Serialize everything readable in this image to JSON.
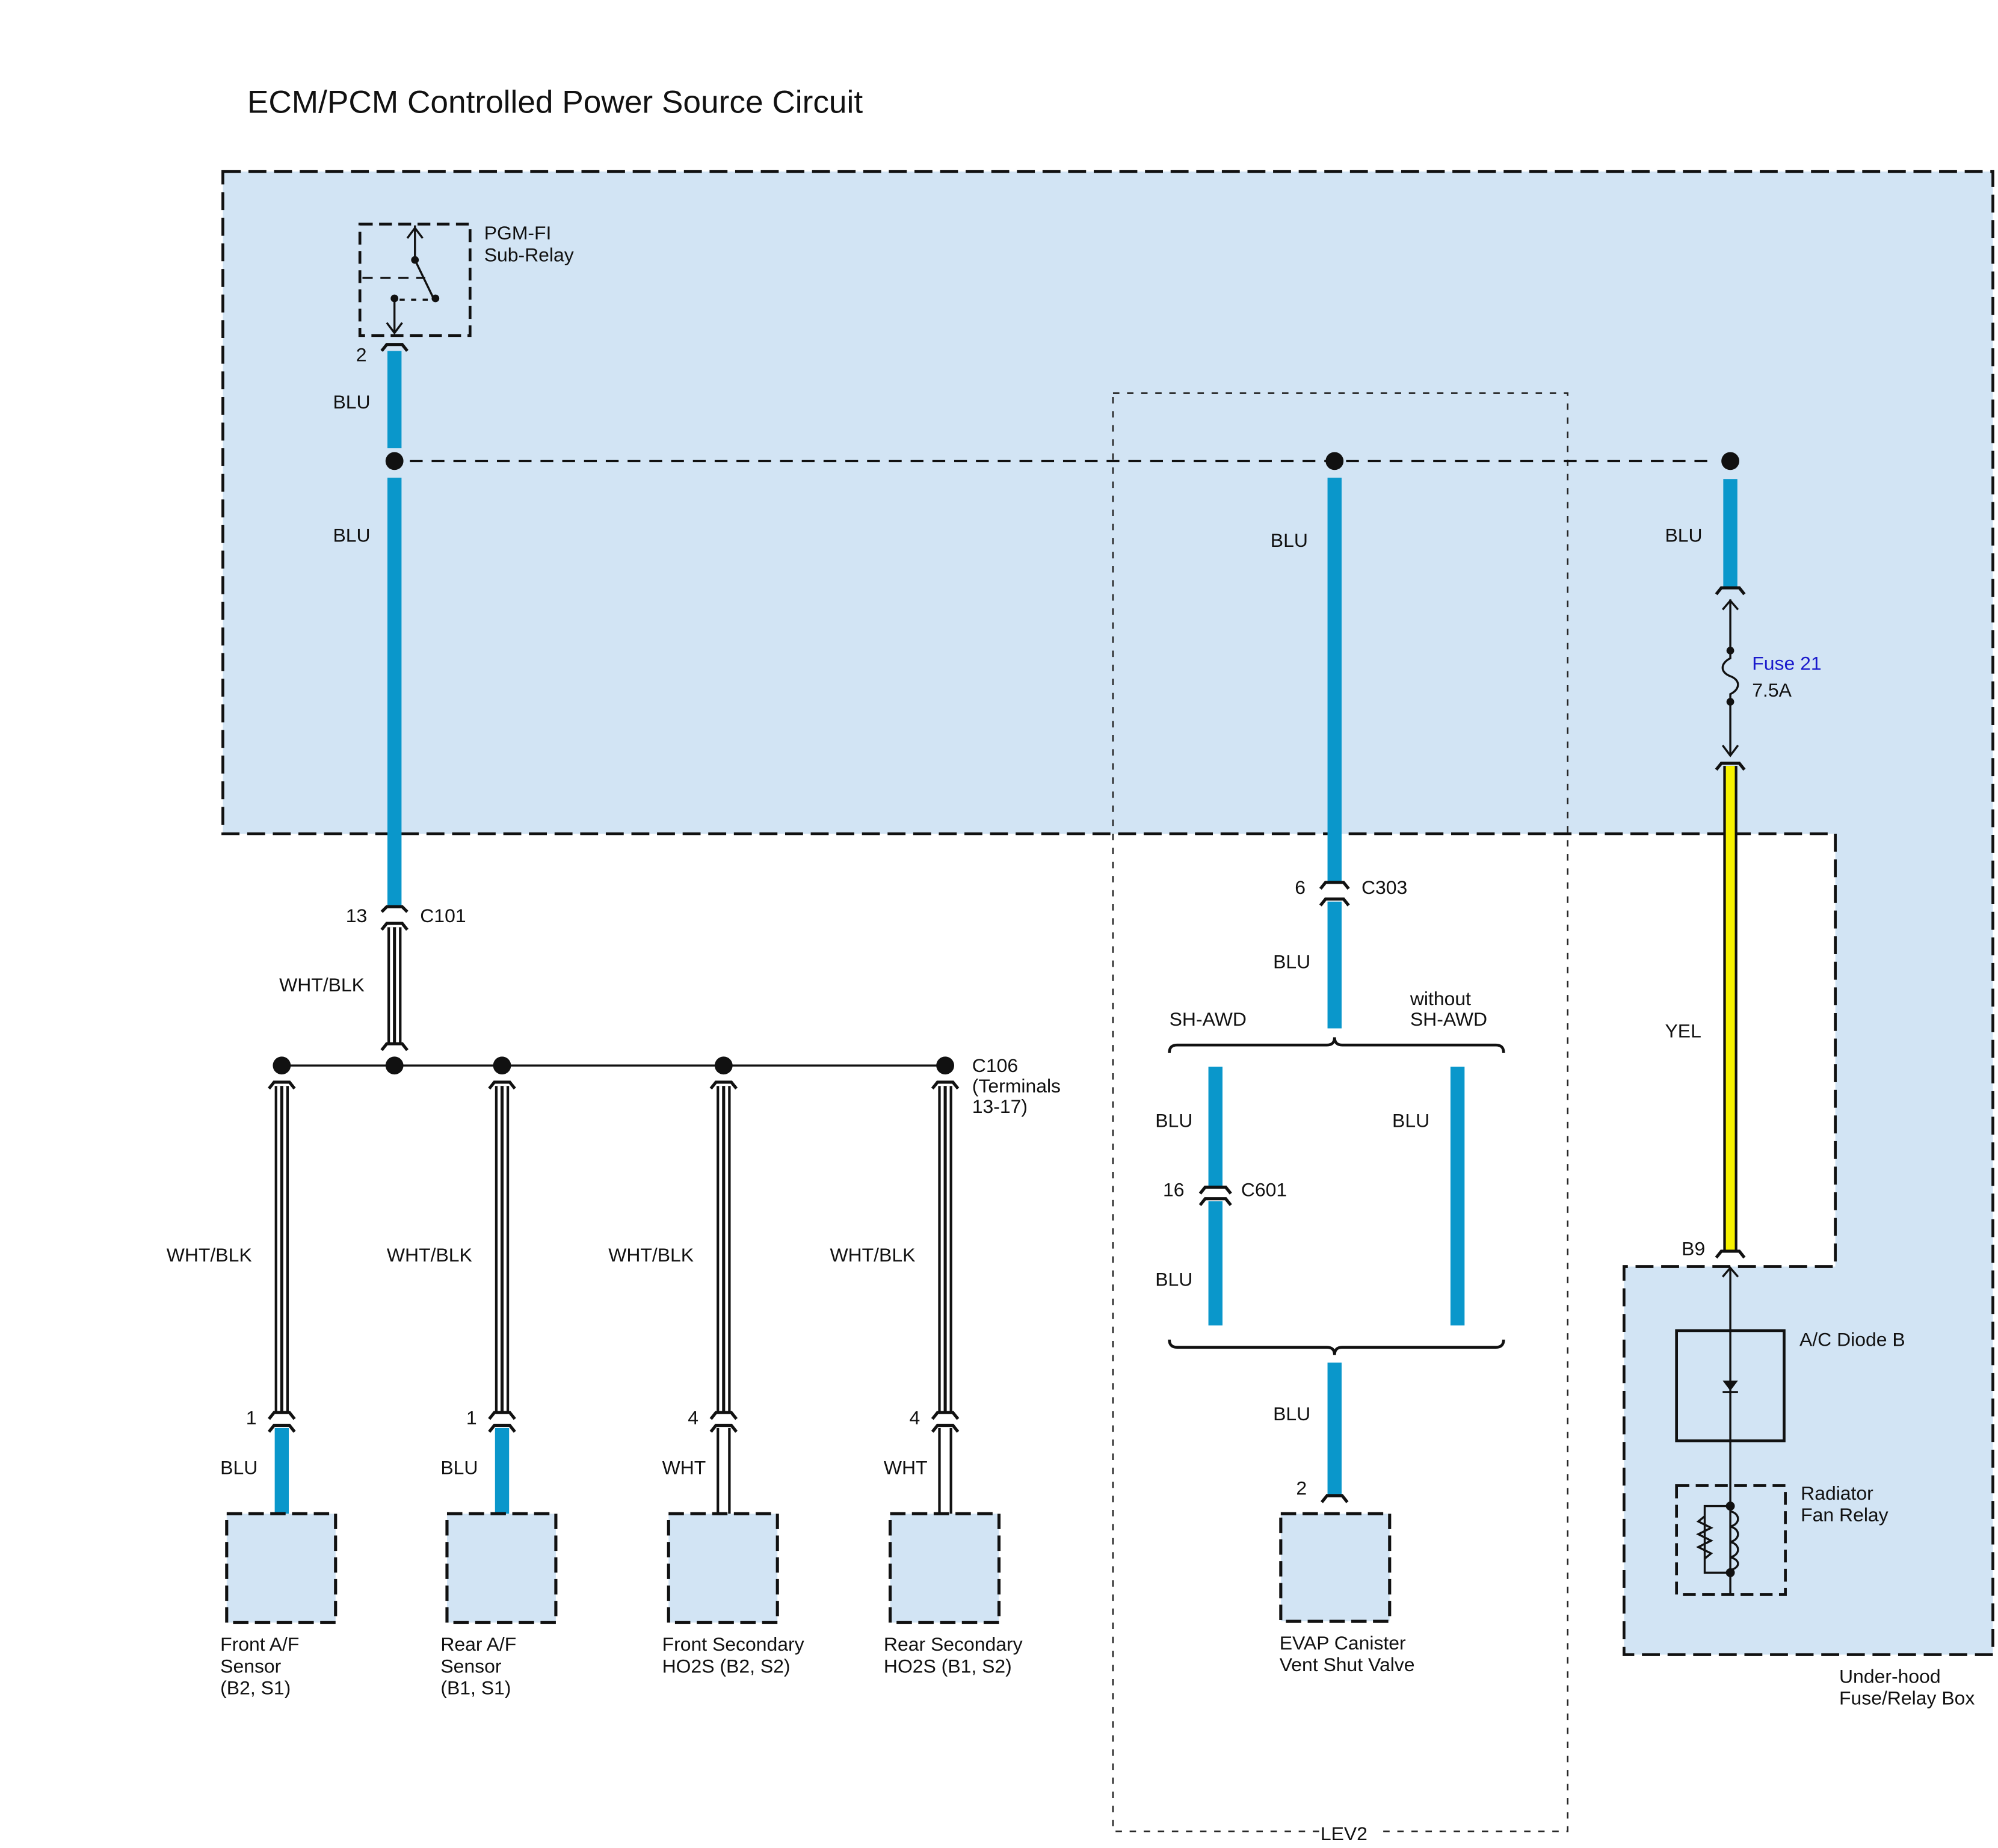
{
  "title": "ECM/PCM Controlled Power Source Circuit",
  "colors": {
    "zone_fill": "#d2e4f4",
    "wire_blu": "#0a97cb",
    "wire_yel": "#f7f200",
    "fuse_label": "#1a1acc"
  },
  "relay": {
    "name_line1": "PGM-FI",
    "name_line2": "Sub-Relay",
    "terminal": "2"
  },
  "wires": {
    "relay_out": "BLU",
    "relay_trunk": "BLU",
    "evap_feed": "BLU",
    "fuse_feed": "BLU",
    "c101_out": "WHT/BLK",
    "c303_out": "BLU",
    "sh_awd_upper": "BLU",
    "sh_awd_lower": "BLU",
    "no_sh_awd": "BLU",
    "evap_final": "BLU",
    "fuse_out": "YEL"
  },
  "fuse": {
    "name": "Fuse 21",
    "rating": "7.5A"
  },
  "connectors": {
    "c101": {
      "id": "C101",
      "pin": "13"
    },
    "c303": {
      "id": "C303",
      "pin": "6"
    },
    "c601": {
      "id": "C601",
      "pin": "16"
    },
    "c106": {
      "line1": "C106",
      "line2": "(Terminals",
      "line3": "13-17)"
    },
    "evap_pin": "2",
    "b9": "B9"
  },
  "variants": {
    "with": "SH-AWD",
    "without_line1": "without",
    "without_line2": "SH-AWD"
  },
  "sensors": [
    {
      "pin": "1",
      "upper_wire": "WHT/BLK",
      "lower_wire": "BLU",
      "name_line1": "Front A/F",
      "name_line2": "Sensor",
      "name_line3": "(B2, S1)"
    },
    {
      "pin": "1",
      "upper_wire": "WHT/BLK",
      "lower_wire": "BLU",
      "name_line1": "Rear A/F",
      "name_line2": "Sensor",
      "name_line3": "(B1, S1)"
    },
    {
      "pin": "4",
      "upper_wire": "WHT/BLK",
      "lower_wire": "WHT",
      "name_line1": "Front Secondary",
      "name_line2": "HO2S (B2, S2)",
      "name_line3": ""
    },
    {
      "pin": "4",
      "upper_wire": "WHT/BLK",
      "lower_wire": "WHT",
      "name_line1": "Rear Secondary",
      "name_line2": "HO2S (B1, S2)",
      "name_line3": ""
    }
  ],
  "evap": {
    "name_line1": "EVAP Canister",
    "name_line2": "Vent Shut Valve"
  },
  "lev2": "LEV2",
  "fuse_box": {
    "diode_name": "A/C Diode B",
    "relay_line1": "Radiator",
    "relay_line2": "Fan Relay",
    "box_line1": "Under-hood",
    "box_line2": "Fuse/Relay Box"
  }
}
